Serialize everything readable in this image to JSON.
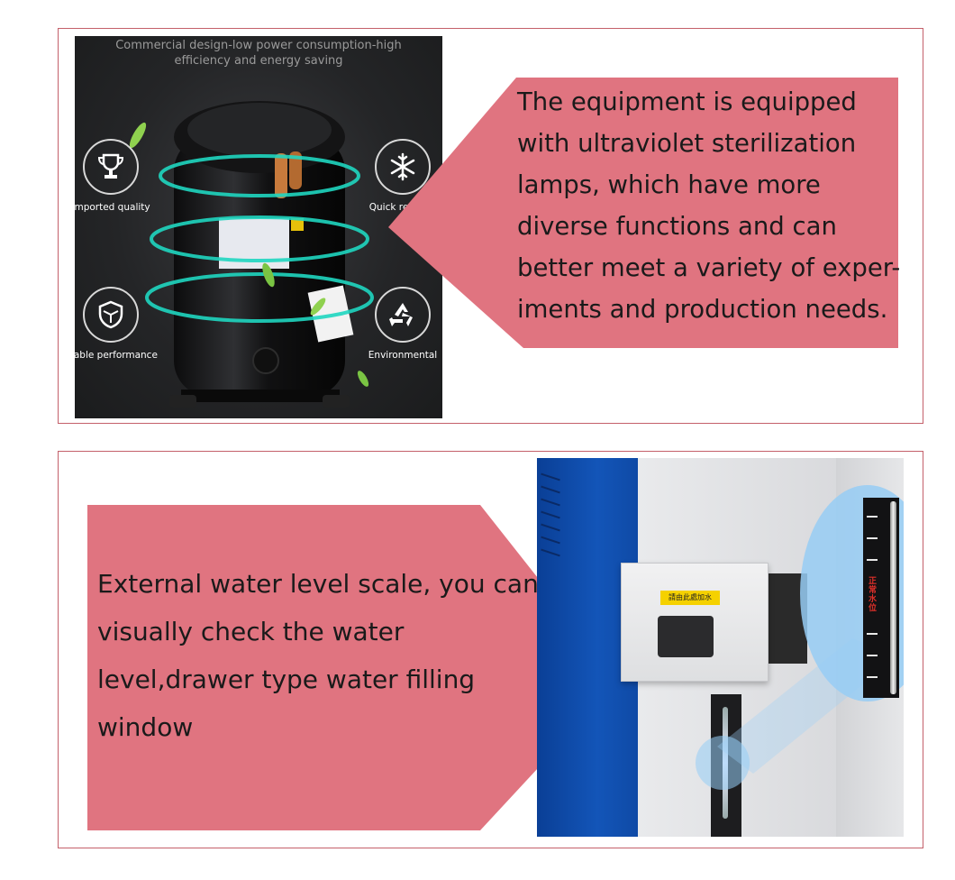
{
  "colors": {
    "panel_border": "#c4606a",
    "callout_fill": "#e07480",
    "photo_background": "#242527",
    "neon_ring": "#1fd6c0",
    "cabinet_blue": "#1355b8"
  },
  "section1": {
    "photo": {
      "caption": "Commercial design-low power consumption-high efficiency and energy saving",
      "features": [
        {
          "label": "Imported quality",
          "icon": "trophy-icon"
        },
        {
          "label": "Quick refri",
          "icon": "snowflake-icon"
        },
        {
          "label": "Stable performance",
          "icon": "shield-icon"
        },
        {
          "label": "Environmental",
          "icon": "recycle-icon"
        }
      ]
    },
    "callout_text": "The equipment is equipped with ultraviolet sterilization lamps, which have more diverse functions and can better meet a variety of exper-iments and production needs."
  },
  "section2": {
    "callout_text": "External water level scale, you can visually check the water level,drawer type water filling window",
    "photo": {
      "drawer_label": "請由此處加水",
      "gauge_label": "正常水位"
    }
  }
}
